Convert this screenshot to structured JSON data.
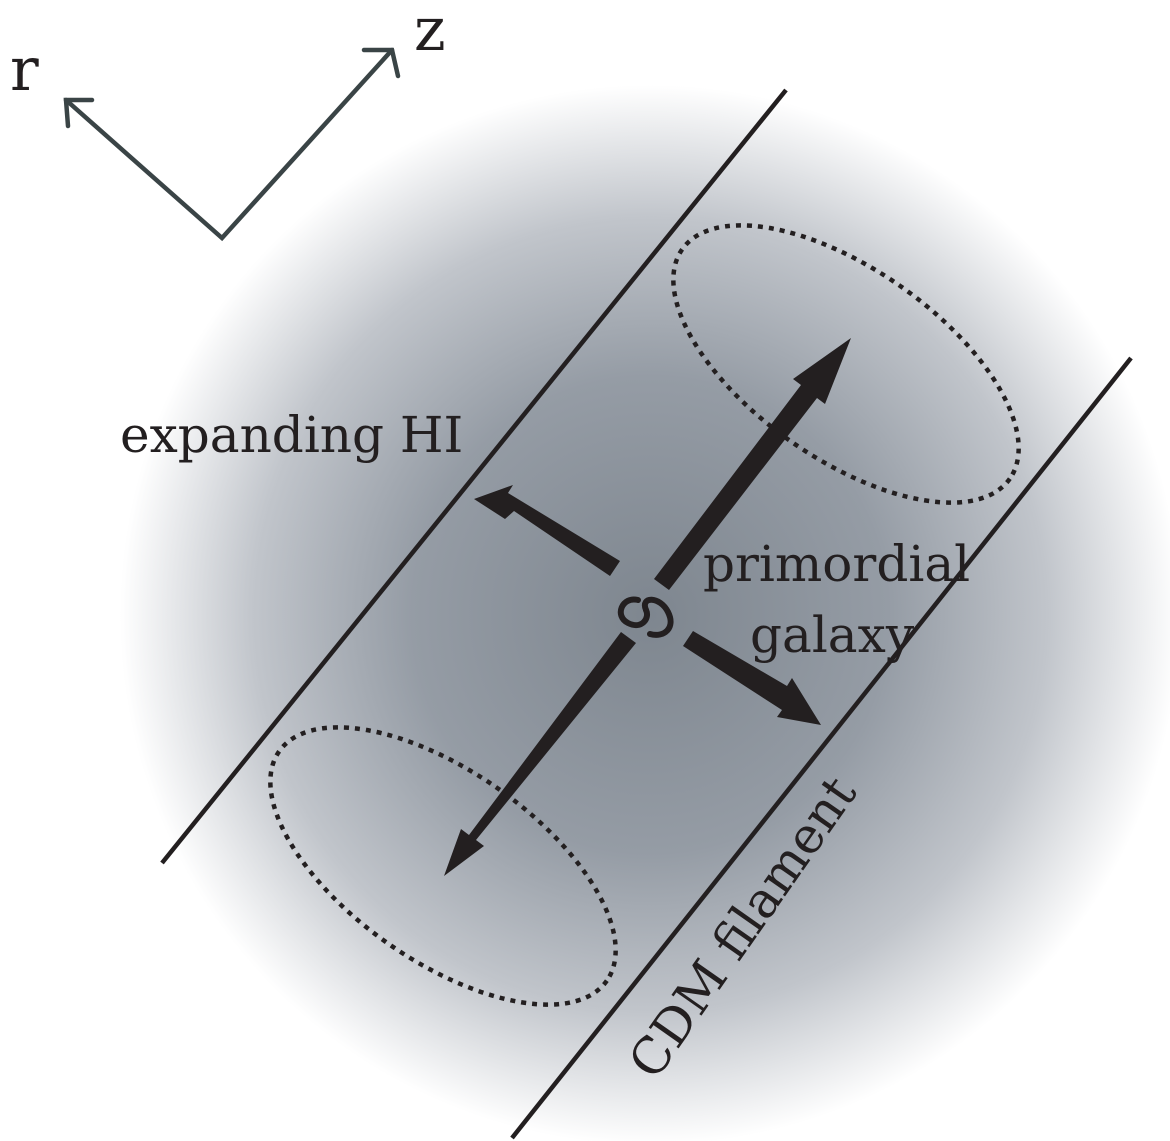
{
  "axes": {
    "r_label": "r",
    "z_label": "z",
    "arrow_color": "#3a4446"
  },
  "labels": {
    "expanding": "expanding HI",
    "primordial_line1": "primordial",
    "primordial_line2": "galaxy",
    "filament": "CDM filament"
  },
  "colors": {
    "halo_center": "#7e868f",
    "halo_edge": "#ffffff",
    "ink": "#231f20"
  }
}
